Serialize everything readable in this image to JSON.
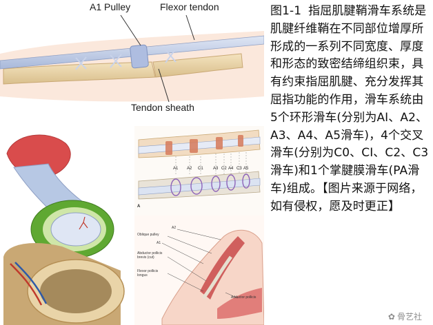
{
  "top_illustration": {
    "a1_pulley_label": "A1 Pulley",
    "flexor_tendon_label": "Flexor tendon",
    "tendon_sheath_label": "Tendon sheath"
  },
  "pulley_diagram": {
    "pulley_labels": [
      "A1",
      "A2",
      "C1",
      "A3",
      "C2",
      "A4",
      "C3",
      "A5"
    ],
    "panel_letter": "A"
  },
  "hand_diagram": {
    "labels": {
      "a2": "A2",
      "oblique_pulley": "Oblique pulley",
      "a1": "A1",
      "abductor_pollicis_brevis": "Abductor pollicis brevis (cut)",
      "flexor_pollicis_longus": "Flexor pollicis longus",
      "adductor_pollicis": "Adductor pollicis"
    }
  },
  "caption": {
    "figure_number": "图1-1",
    "text": "指屈肌腱鞘滑车系统是肌腱纤维鞘在不同部位增厚所形成的一系列不同宽度、厚度和形态的致密结缔组织束，具有约束指屈肌腱、充分发挥其屈指功能的作用，滑车系统由5个环形滑车(分别为AI、A2、A3、A4、A5滑车)，4个交叉滑车(分别为C0、CI、C2、C3滑车)和1个掌腱膜滑车(PA滑车)组成。【图片来源于网络，如有侵权，愿及时更正】"
  },
  "watermark": {
    "text": "骨艺社"
  },
  "colors": {
    "tendon_blue": "#b7c8e4",
    "bone_tan": "#e9d4a8",
    "muscle_red": "#d94c4c",
    "sheath_green": "#5fa832"
  }
}
